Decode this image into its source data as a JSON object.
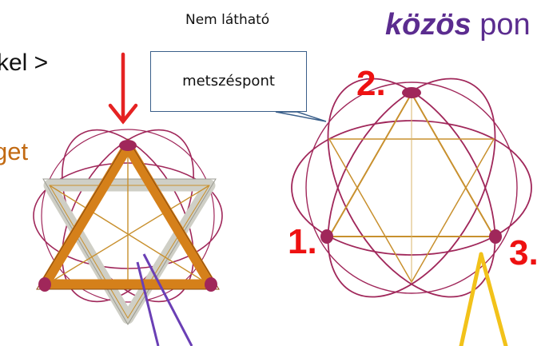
{
  "labels": {
    "not_visible": "Nem látható",
    "common_bold": "közös",
    "common_rest": " pon",
    "left_top_fragment": "kel >",
    "left_mid_fragment": "get",
    "callout": "metszéspont"
  },
  "points": {
    "p1": "1.",
    "p2": "2.",
    "p3": "3."
  },
  "colors": {
    "orbit": "#a0275a",
    "triangle_thin": "#c8902e",
    "triangle_thick": "#d5801a",
    "tube_grey": "#cfcfc6",
    "arrow_red": "#e52222",
    "accent_purple": "#6a3fb5",
    "accent_yellow": "#f2c21a",
    "number_red": "#ee1111"
  }
}
